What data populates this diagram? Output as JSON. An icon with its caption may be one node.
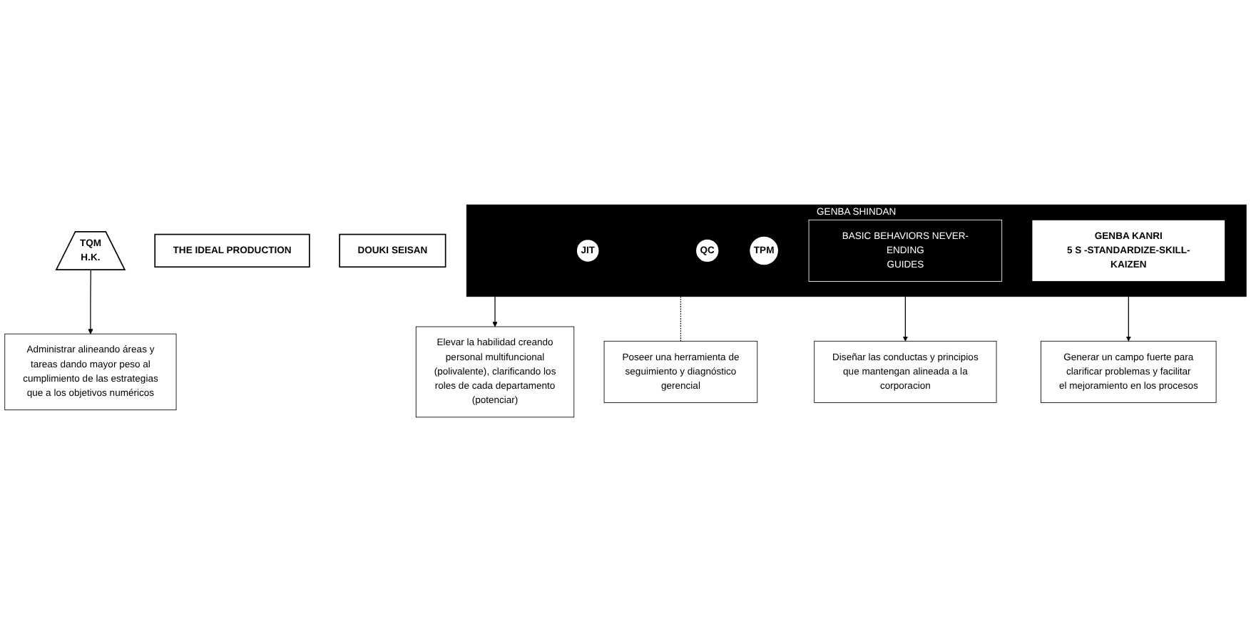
{
  "diagram": {
    "nodes": [
      {
        "text": [
          "THE IDEAL PRODUCTION"
        ]
      },
      {
        "text": [
          "DOUKI SEISAN"
        ]
      },
      {
        "text": [
          "TQM",
          "H.K."
        ]
      },
      {
        "text": [
          "GENBA SHINDAN"
        ]
      },
      {
        "text": [
          "JIT"
        ],
        "in": 3
      },
      {
        "text": [
          "QC"
        ],
        "in": 3
      },
      {
        "text": [
          "TPM"
        ],
        "in": 3
      },
      {
        "text": [
          "BASIC BEHAVIORS NEVER-ENDING GUIDES"
        ],
        "in": 3
      },
      {
        "text": [
          "GENBA KANRI",
          "5 S -STANDARDIZE-SKILL-KAIZEN"
        ],
        "in": 3
      },
      {
        "text": [
          "Administrar alineando áreas y tareas dando mayor peso al cumplimiento de las estrategias que a los objetivos numéricos"
        ]
      },
      {
        "text": [
          "Elevar la habilidad creando personal multifuncional (polivalente), clarificando los roles de cada departamento (potenciar)"
        ]
      },
      {
        "text": [
          "Poseer una herramienta de seguimiento y diagnóstico gerencial"
        ]
      },
      {
        "text": [
          "Diseñar las conductas y principios que mantengan alineada a la corporacion"
        ]
      },
      {
        "text": [
          "Generar un campo fuerte para clarificar problemas y facilitar el mejoramiento en los procesos"
        ]
      }
    ],
    "edges": [
      {
        "from": 2,
        "to": 9,
        "arrow": "to"
      },
      {
        "from": 3,
        "to": 10,
        "arrow": "to"
      },
      {
        "from": 3,
        "to": 11,
        "arrow": "none",
        "style": "dashed"
      },
      {
        "from": 7,
        "to": 12,
        "arrow": "to"
      },
      {
        "from": 8,
        "to": 13,
        "arrow": "to"
      }
    ]
  }
}
